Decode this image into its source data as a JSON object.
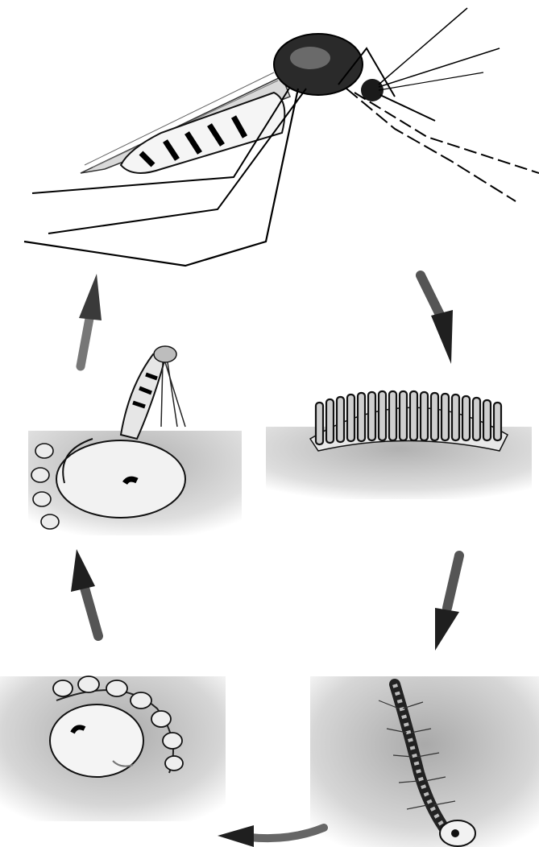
{
  "diagram": {
    "type": "cycle",
    "stages": [
      {
        "id": "adult",
        "icon": "mosquito-adult-icon",
        "label": ""
      },
      {
        "id": "eggs",
        "icon": "egg-raft-icon",
        "label": ""
      },
      {
        "id": "larva",
        "icon": "larva-icon",
        "label": ""
      },
      {
        "id": "pupa",
        "icon": "pupa-icon",
        "label": ""
      },
      {
        "id": "emerging",
        "icon": "emerging-adult-icon",
        "label": ""
      }
    ],
    "arrows": [
      {
        "from": "adult",
        "to": "eggs"
      },
      {
        "from": "eggs",
        "to": "larva"
      },
      {
        "from": "larva",
        "to": "pupa"
      },
      {
        "from": "pupa",
        "to": "emerging"
      },
      {
        "from": "emerging",
        "to": "adult"
      }
    ],
    "colors": {
      "ink": "#111111",
      "water": "#bdbdbd",
      "arrow": "#3a3a3a",
      "background": "#ffffff"
    }
  }
}
